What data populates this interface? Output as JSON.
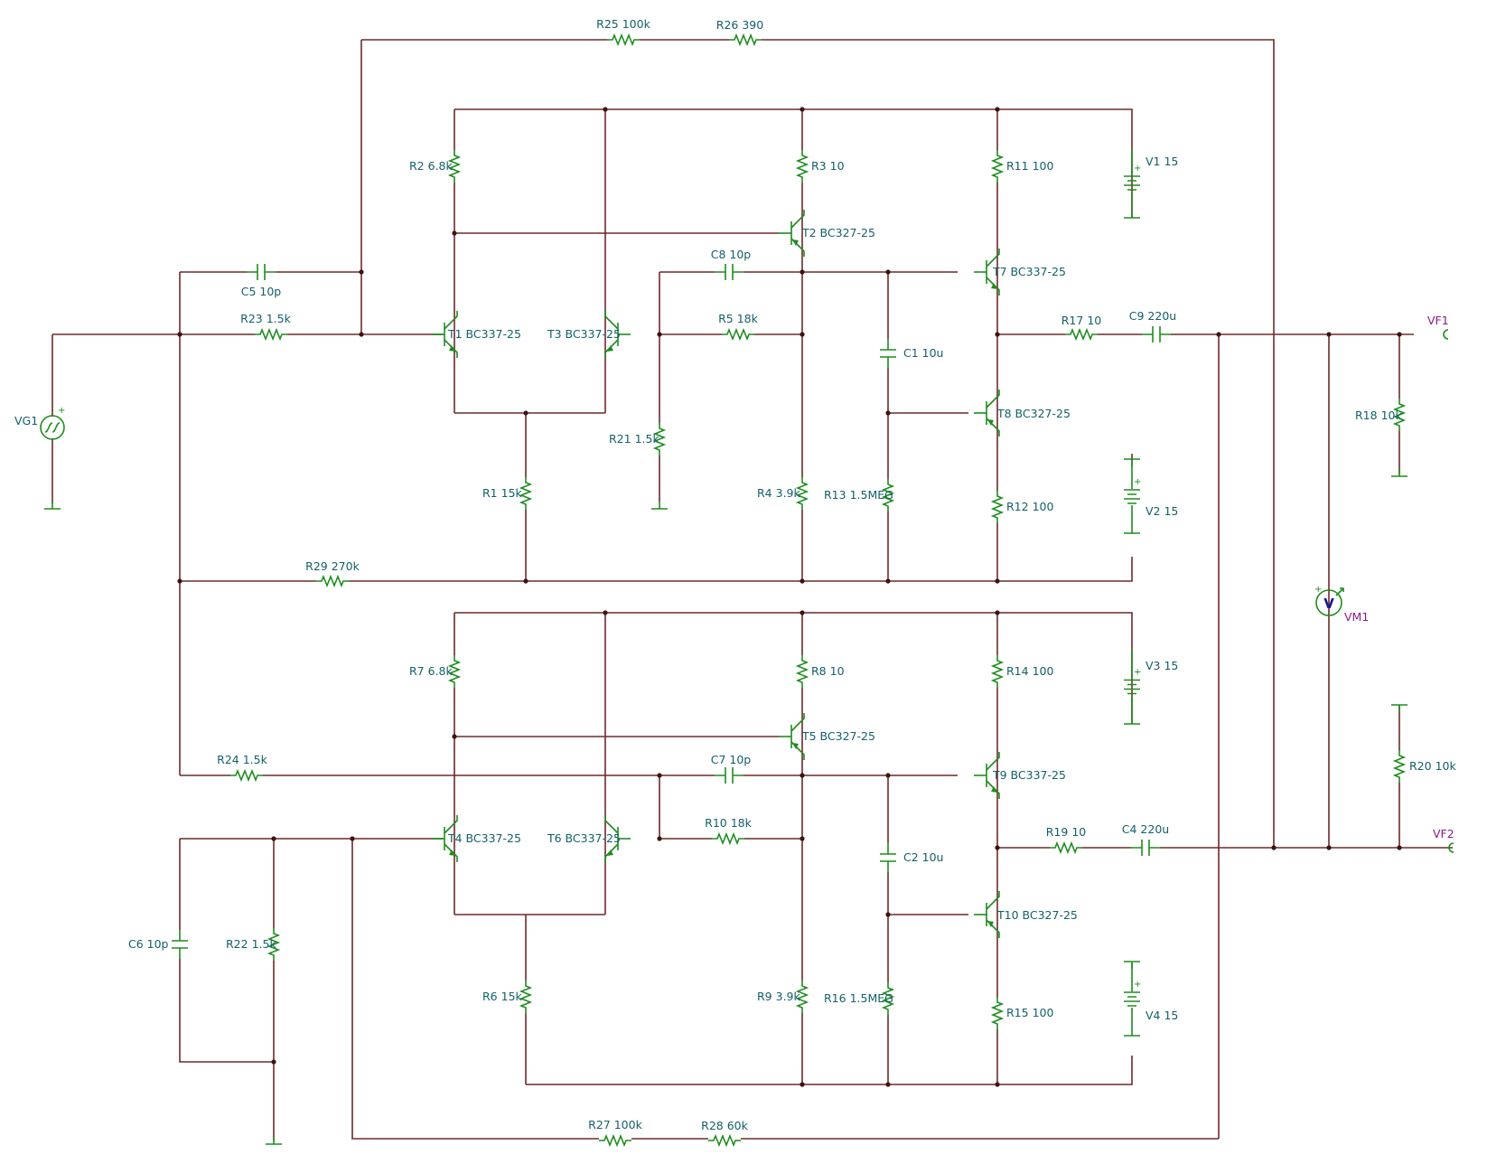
{
  "schematic": {
    "colors": {
      "wire": "#6e2a2a",
      "component": "#1e8c1e",
      "label": "#14606a",
      "port": "#8b1a8b"
    },
    "resistors": [
      {
        "id": "r25",
        "label": "R25 100k"
      },
      {
        "id": "r26",
        "label": "R26 390"
      },
      {
        "id": "r2",
        "label": "R2 6.8k"
      },
      {
        "id": "r3",
        "label": "R3 10"
      },
      {
        "id": "r11",
        "label": "R11 100"
      },
      {
        "id": "r23",
        "label": "R23 1.5k"
      },
      {
        "id": "r5",
        "label": "R5 18k"
      },
      {
        "id": "r17",
        "label": "R17 10"
      },
      {
        "id": "r18",
        "label": "R18 10k"
      },
      {
        "id": "r21",
        "label": "R21 1.5k"
      },
      {
        "id": "r1",
        "label": "R1 15k"
      },
      {
        "id": "r4",
        "label": "R4 3.9k"
      },
      {
        "id": "r13",
        "label": "R13 1.5MEG"
      },
      {
        "id": "r12",
        "label": "R12 100"
      },
      {
        "id": "r29",
        "label": "R29 270k"
      },
      {
        "id": "r7",
        "label": "R7 6.8k"
      },
      {
        "id": "r8",
        "label": "R8 10"
      },
      {
        "id": "r14",
        "label": "R14 100"
      },
      {
        "id": "r20",
        "label": "R20 10k"
      },
      {
        "id": "r24",
        "label": "R24 1.5k"
      },
      {
        "id": "r10",
        "label": "R10 18k"
      },
      {
        "id": "r19",
        "label": "R19 10"
      },
      {
        "id": "r22",
        "label": "R22 1.5k"
      },
      {
        "id": "r6",
        "label": "R6 15k"
      },
      {
        "id": "r9",
        "label": "R9 3.9k"
      },
      {
        "id": "r16",
        "label": "R16 1.5MEG"
      },
      {
        "id": "r15",
        "label": "R15 100"
      },
      {
        "id": "r27",
        "label": "R27 100k"
      },
      {
        "id": "r28",
        "label": "R28 60k"
      }
    ],
    "capacitors": [
      {
        "id": "c5",
        "label": "C5 10p"
      },
      {
        "id": "c8",
        "label": "C8 10p"
      },
      {
        "id": "c1",
        "label": "C1 10u"
      },
      {
        "id": "c9",
        "label": "C9 220u"
      },
      {
        "id": "c7",
        "label": "C7 10p"
      },
      {
        "id": "c2",
        "label": "C2 10u"
      },
      {
        "id": "c4",
        "label": "C4 220u"
      },
      {
        "id": "c6",
        "label": "C6 10p"
      }
    ],
    "transistors": [
      {
        "id": "t1",
        "label": "T1 BC337-25"
      },
      {
        "id": "t2",
        "label": "T2 BC327-25"
      },
      {
        "id": "t3",
        "label": "T3 BC337-25"
      },
      {
        "id": "t7",
        "label": "T7 BC337-25"
      },
      {
        "id": "t8",
        "label": "T8 BC327-25"
      },
      {
        "id": "t4",
        "label": "T4 BC337-25"
      },
      {
        "id": "t5",
        "label": "T5 BC327-25"
      },
      {
        "id": "t6",
        "label": "T6 BC337-25"
      },
      {
        "id": "t9",
        "label": "T9 BC337-25"
      },
      {
        "id": "t10",
        "label": "T10 BC327-25"
      }
    ],
    "sources": [
      {
        "id": "v1",
        "label": "V1 15"
      },
      {
        "id": "v2",
        "label": "V2 15"
      },
      {
        "id": "v3",
        "label": "V3 15"
      },
      {
        "id": "v4",
        "label": "V4 15"
      },
      {
        "id": "vg1",
        "label": "VG1"
      }
    ],
    "meter": {
      "label": "VM1",
      "symbol": "V"
    },
    "ports": [
      {
        "id": "vf1",
        "label": "VF1"
      },
      {
        "id": "vf2",
        "label": "VF2"
      }
    ]
  }
}
